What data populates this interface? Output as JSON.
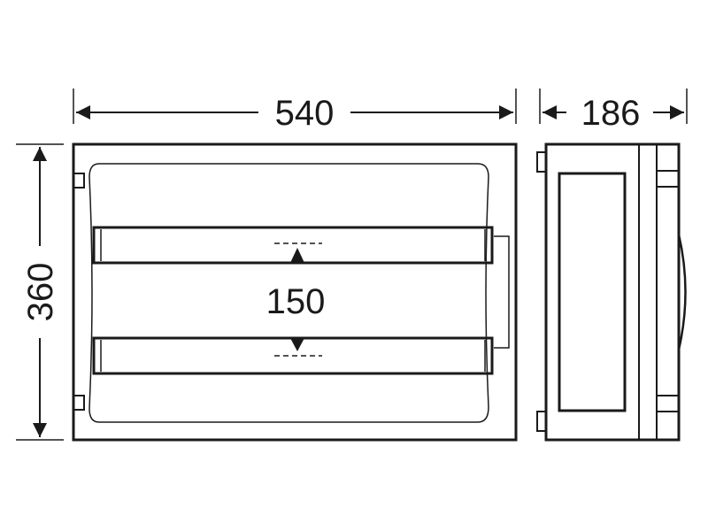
{
  "drawing": {
    "colors": {
      "line": "#1a1a1a",
      "background": "#ffffff"
    },
    "dimensions": {
      "width": "540",
      "depth": "186",
      "height": "360",
      "rail_spacing": "150"
    },
    "views": [
      {
        "name": "front-view",
        "rails": 2
      },
      {
        "name": "side-view"
      }
    ]
  }
}
